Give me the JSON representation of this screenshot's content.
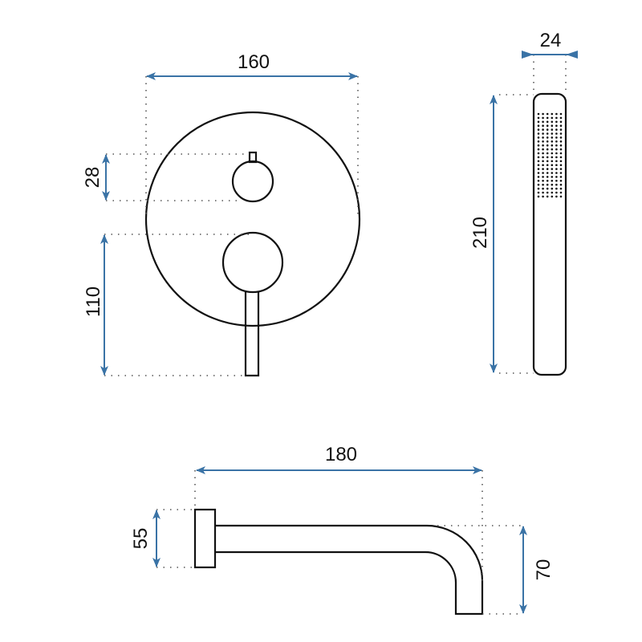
{
  "colors": {
    "dimension": "#3a73a6",
    "outline": "#111111"
  },
  "mixer": {
    "width_label": "160",
    "knob_offset_label": "28",
    "lever_height_label": "110"
  },
  "hand_shower": {
    "width_label": "24",
    "length_label": "210"
  },
  "spout": {
    "length_label": "180",
    "flange_label": "55",
    "drop_label": "70"
  }
}
